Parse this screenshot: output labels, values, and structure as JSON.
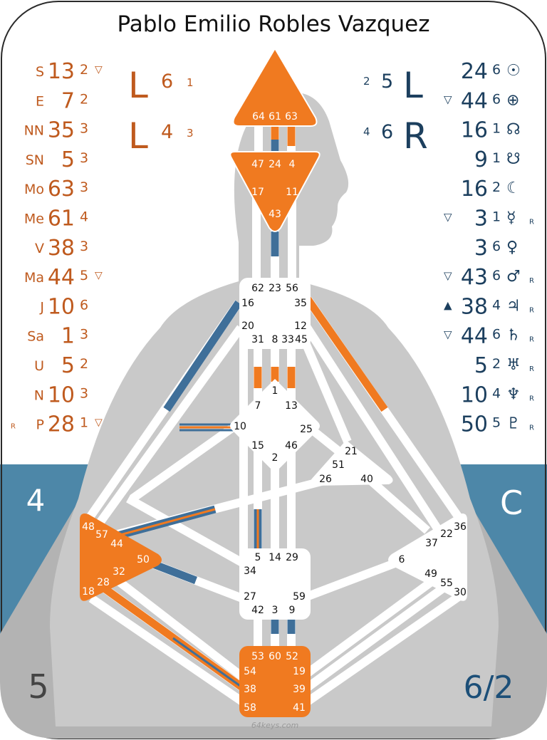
{
  "title": "Pablo Emilio Robles Vazquez",
  "watermark": "64keys.com",
  "colors": {
    "design": "#bf5a1e",
    "personality": "#1c3f5e",
    "active_orange": "#f07a20",
    "active_blue": "#3f6f99",
    "band_blue": "#4d87a8",
    "silhouette": "#c9c9c9",
    "lower_body": "#b3b3b3"
  },
  "design_column": [
    {
      "planet": "S",
      "gate": "13",
      "line": "2",
      "mark": "▽",
      "pre": ""
    },
    {
      "planet": "E",
      "gate": "7",
      "line": "2",
      "mark": "",
      "pre": ""
    },
    {
      "planet": "NN",
      "gate": "35",
      "line": "3",
      "mark": "",
      "pre": ""
    },
    {
      "planet": "SN",
      "gate": "5",
      "line": "3",
      "mark": "",
      "pre": ""
    },
    {
      "planet": "Mo",
      "gate": "63",
      "line": "3",
      "mark": "",
      "pre": ""
    },
    {
      "planet": "Me",
      "gate": "61",
      "line": "4",
      "mark": "",
      "pre": ""
    },
    {
      "planet": "V",
      "gate": "38",
      "line": "3",
      "mark": "",
      "pre": ""
    },
    {
      "planet": "Ma",
      "gate": "44",
      "line": "5",
      "mark": "▽",
      "pre": ""
    },
    {
      "planet": "J",
      "gate": "10",
      "line": "6",
      "mark": "",
      "pre": ""
    },
    {
      "planet": "Sa",
      "gate": "1",
      "line": "3",
      "mark": "",
      "pre": ""
    },
    {
      "planet": "U",
      "gate": "5",
      "line": "2",
      "mark": "",
      "pre": ""
    },
    {
      "planet": "N",
      "gate": "10",
      "line": "3",
      "mark": "",
      "pre": ""
    },
    {
      "planet": "P",
      "gate": "28",
      "line": "1",
      "mark": "▽",
      "pre": "R"
    }
  ],
  "personality_column": [
    {
      "gate": "24",
      "line": "6",
      "symbol": "☉",
      "mark": "",
      "post": ""
    },
    {
      "gate": "44",
      "line": "6",
      "symbol": "⊕",
      "mark": "▽",
      "post": ""
    },
    {
      "gate": "16",
      "line": "1",
      "symbol": "☊",
      "mark": "",
      "post": ""
    },
    {
      "gate": "9",
      "line": "1",
      "symbol": "☋",
      "mark": "",
      "post": ""
    },
    {
      "gate": "16",
      "line": "2",
      "symbol": "☾",
      "mark": "",
      "post": ""
    },
    {
      "gate": "3",
      "line": "1",
      "symbol": "☿",
      "mark": "▽",
      "post": "R"
    },
    {
      "gate": "3",
      "line": "6",
      "symbol": "♀",
      "mark": "",
      "post": ""
    },
    {
      "gate": "43",
      "line": "6",
      "symbol": "♂",
      "mark": "▽",
      "post": "R"
    },
    {
      "gate": "38",
      "line": "4",
      "symbol": "♃",
      "mark": "▲",
      "post": "R"
    },
    {
      "gate": "44",
      "line": "6",
      "symbol": "♄",
      "mark": "▽",
      "post": "R"
    },
    {
      "gate": "5",
      "line": "2",
      "symbol": "♅",
      "mark": "",
      "post": "R"
    },
    {
      "gate": "10",
      "line": "4",
      "symbol": "♆",
      "mark": "",
      "post": "R"
    },
    {
      "gate": "50",
      "line": "5",
      "symbol": "♇",
      "mark": "",
      "post": "R"
    }
  ],
  "variables_left": [
    {
      "letter": "L",
      "number": "6",
      "line": "1"
    },
    {
      "letter": "L",
      "number": "4",
      "line": "3"
    }
  ],
  "variables_right": [
    {
      "line": "2",
      "number": "5",
      "letter": "L"
    },
    {
      "line": "4",
      "number": "6",
      "letter": "R"
    }
  ],
  "corners": {
    "mid_left": "4",
    "mid_right": "C",
    "bottom_left": "5",
    "bottom_right": "6/2"
  },
  "gates": {
    "g64": "64",
    "g61": "61",
    "g63": "63",
    "g47": "47",
    "g24": "24",
    "g4": "4",
    "g17": "17",
    "g11": "11",
    "g43": "43",
    "g62": "62",
    "g23": "23",
    "g56": "56",
    "g16": "16",
    "g35": "35",
    "g20": "20",
    "g12": "12",
    "g31": "31",
    "g8": "8",
    "g33": "33",
    "g45": "45",
    "g1": "1",
    "g7": "7",
    "g13": "13",
    "g10": "10",
    "g25": "25",
    "g15": "15",
    "g46": "46",
    "g2": "2",
    "g21": "21",
    "g51": "51",
    "g26": "26",
    "g40": "40",
    "g48": "48",
    "g57": "57",
    "g44": "44",
    "g50": "50",
    "g32": "32",
    "g28": "28",
    "g18": "18",
    "g5": "5",
    "g14": "14",
    "g29": "29",
    "g34": "34",
    "g27": "27",
    "g59": "59",
    "g42": "42",
    "g3": "3",
    "g9": "9",
    "g36": "36",
    "g37": "37",
    "g22": "22",
    "g6": "6",
    "g49": "49",
    "g55": "55",
    "g30": "30",
    "g53": "53",
    "g60": "60",
    "g52": "52",
    "g54": "54",
    "g19": "19",
    "g38": "38",
    "g39": "39",
    "g58": "58",
    "g41": "41"
  }
}
